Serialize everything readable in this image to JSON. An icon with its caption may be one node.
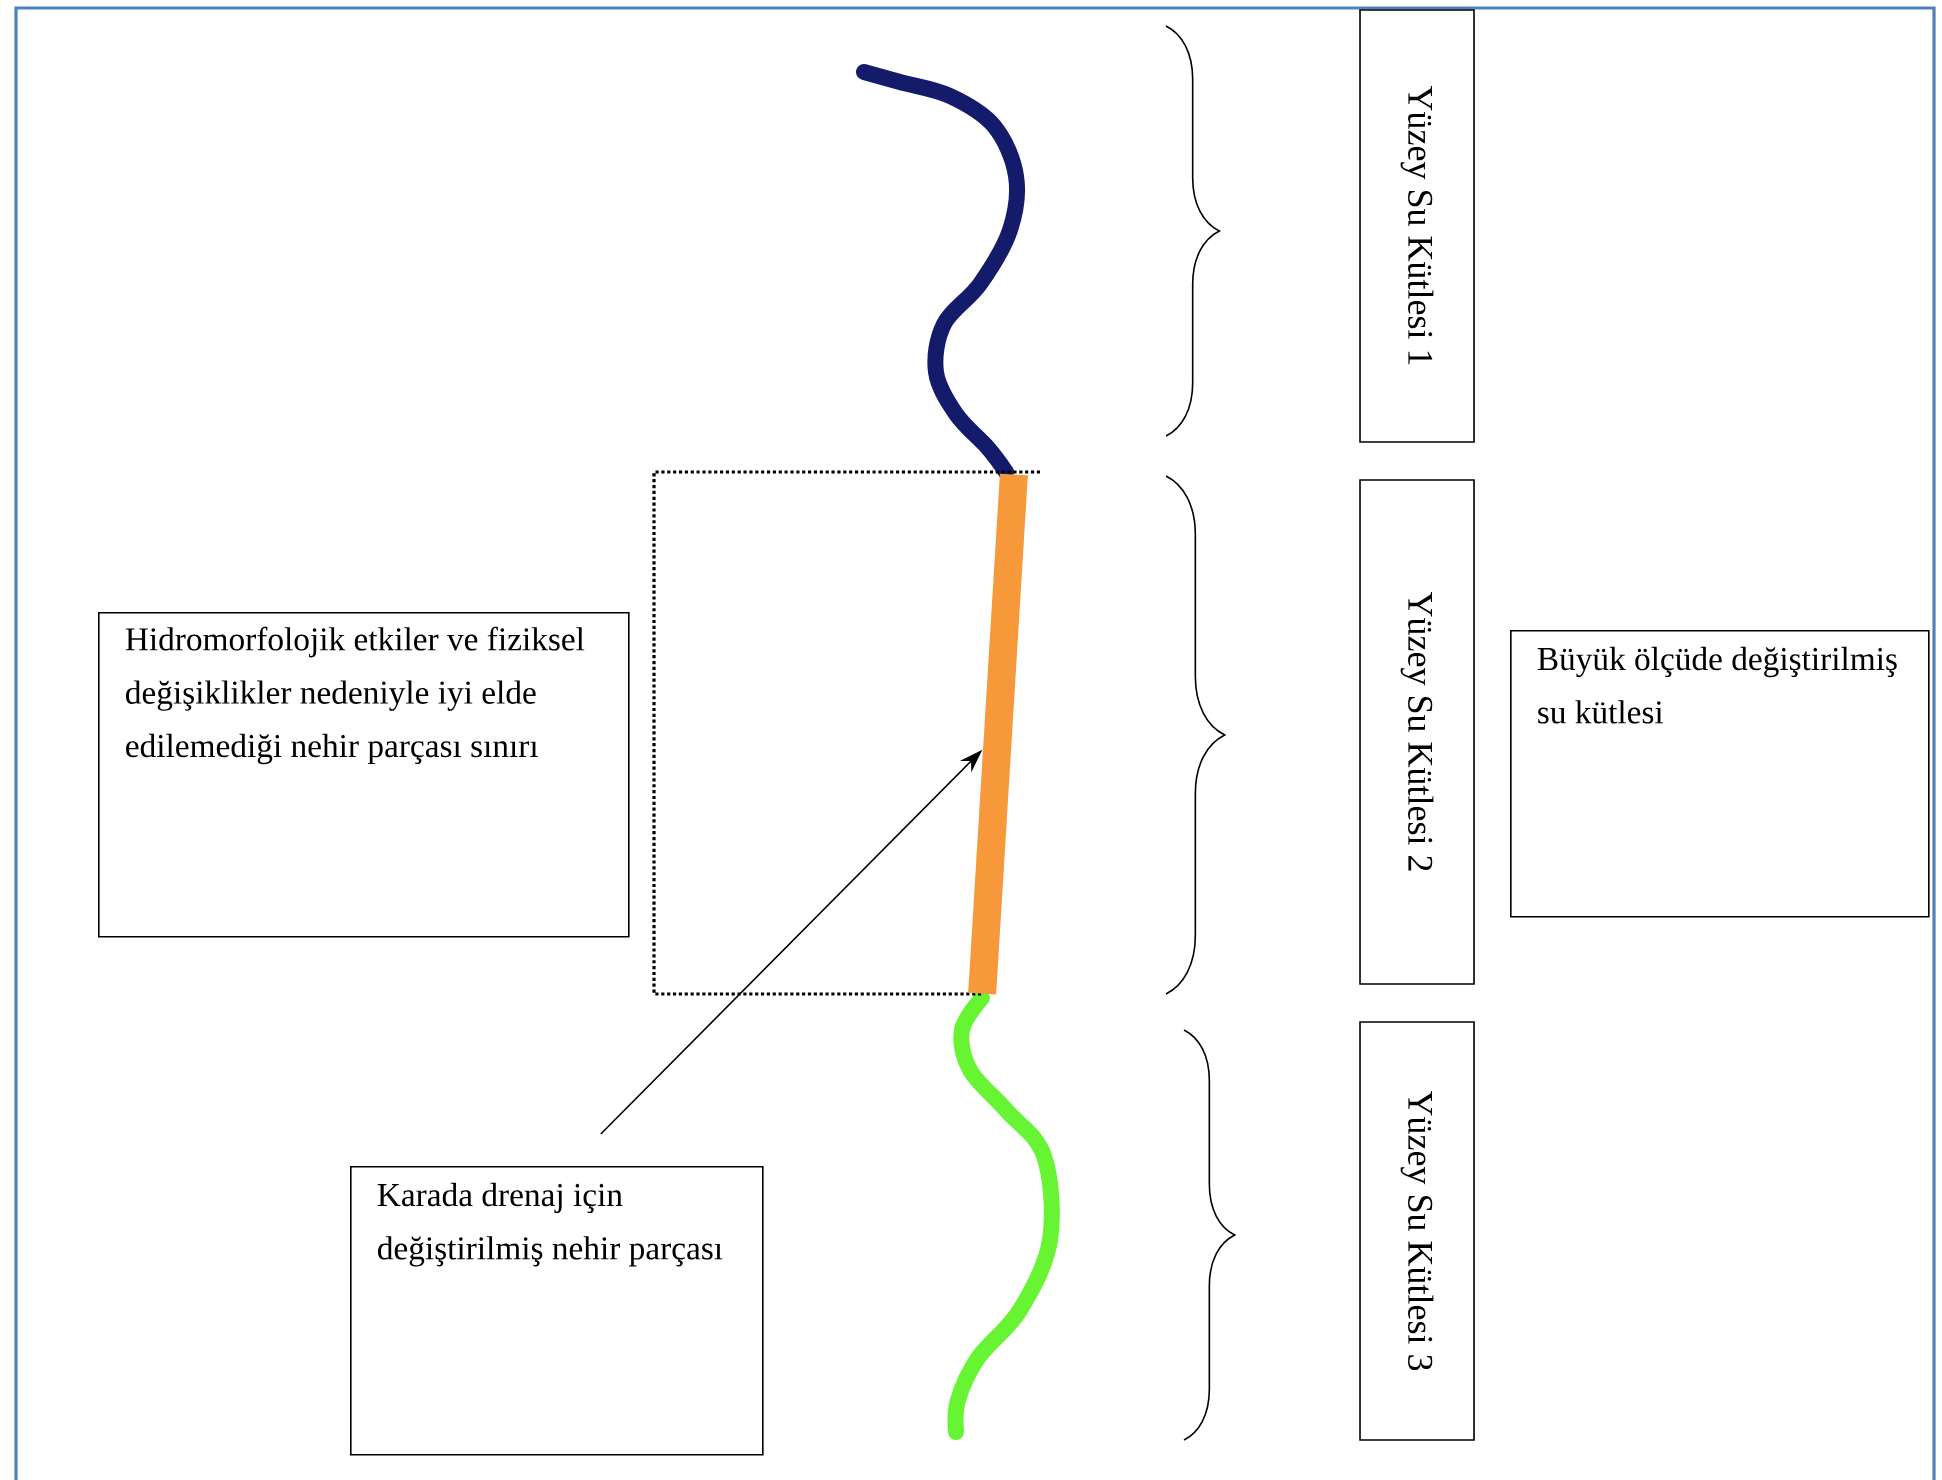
{
  "diagram": {
    "nodes": [
      {
        "text": [
          "Hidromorfolojik etkiler ve fiziksel değişiklikler nedeniyle iyi elde edilemediği nehir parçası sınırı"
        ]
      },
      {
        "text": [
          "Karada drenaj için değiştirilmiş nehir parçası"
        ]
      },
      {
        "text": [],
        "shape": "bar"
      },
      {
        "text": [
          "Yüzey Su Kütlesi 1"
        ]
      },
      {
        "text": [
          "Yüzey Su Kütlesi 2"
        ]
      },
      {
        "text": [
          "Yüzey Su Kütlesi 3"
        ]
      },
      {
        "text": [
          "Büyük ölçüde değiştirilmiş su kütlesi"
        ]
      }
    ],
    "edges": [
      {
        "from": 1,
        "to": 2,
        "arrow": "to"
      }
    ]
  }
}
